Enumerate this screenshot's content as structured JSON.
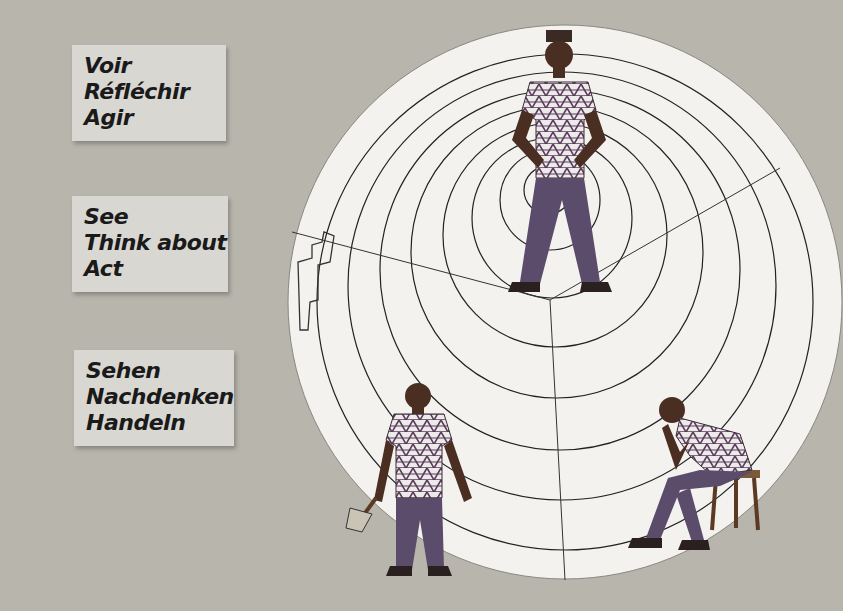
{
  "diagram": {
    "nodes": [
      {
        "text": [
          "Voir",
          "Réfléchir",
          "Agir"
        ]
      },
      {
        "text": [
          "See",
          "Think about",
          "Act"
        ]
      },
      {
        "text": [
          "Sehen",
          "Nachdenken",
          "Handeln"
        ]
      }
    ]
  }
}
